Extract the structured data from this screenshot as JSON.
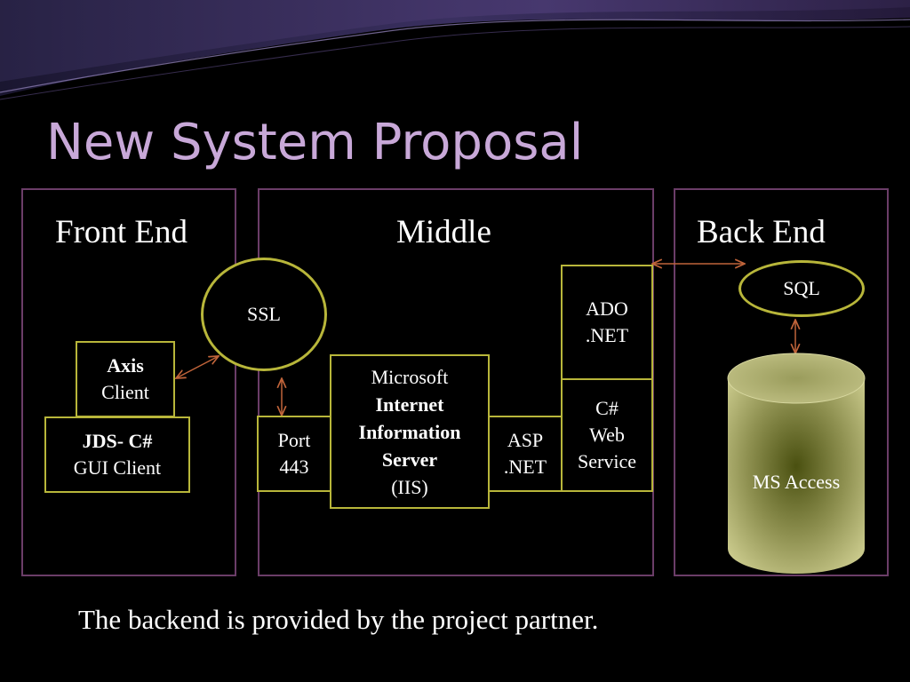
{
  "slide": {
    "title": "New System Proposal",
    "caption": "The backend is provided by the project partner."
  },
  "panels": {
    "front_end": "Front End",
    "middle": "Middle",
    "back_end": "Back End"
  },
  "nodes": {
    "ssl": "SSL",
    "axis_client": {
      "bold": "Axis",
      "text": "Client"
    },
    "jds_client": {
      "bold": "JDS- C#",
      "text": "GUI Client"
    },
    "port": {
      "line1": "Port",
      "line2": "443"
    },
    "iis": {
      "line1": "Microsoft",
      "bold1": "Internet",
      "bold2": "Information",
      "bold3": "Server",
      "line5": "(IIS)"
    },
    "asp_net": {
      "line1": "ASP",
      "line2": ".NET"
    },
    "ado_net": {
      "line1": "ADO",
      "line2": ".NET"
    },
    "web_service": {
      "line1": "C#",
      "line2": "Web",
      "line3": "Service"
    },
    "sql": "SQL",
    "ms_access": "MS Access"
  },
  "colors": {
    "title": "#c8a8d8",
    "panel_border": "#6b3d68",
    "box_border": "#b8b63a",
    "arrow": "#c0643a",
    "cylinder_center": "#4a5010",
    "cylinder_edge": "#c8c88a"
  }
}
